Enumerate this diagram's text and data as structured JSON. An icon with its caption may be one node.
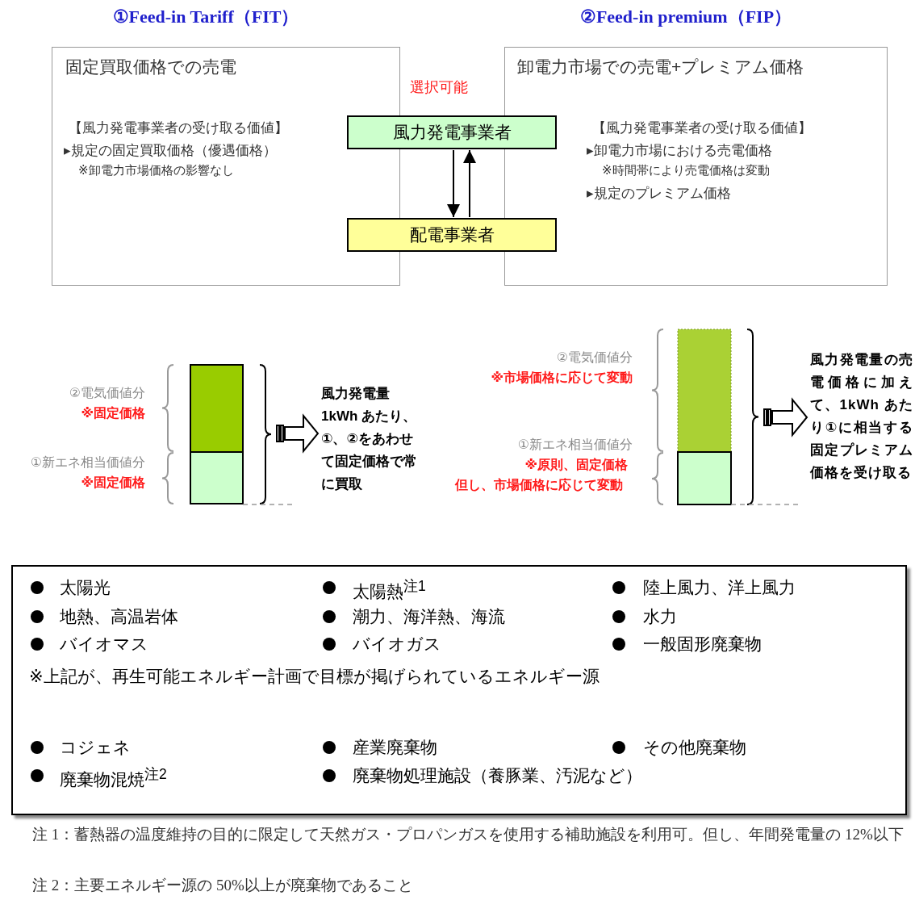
{
  "diagram": {
    "nodes": [
      {
        "text": [
          "固定買取価格での売電",
          "【風力発電事業者の受け取る価値】",
          "▸規定の固定買取価格（優遇価格）",
          "※卸電力市場価格の影響なし"
        ]
      },
      {
        "text": [
          "卸電力市場での売電+プレミアム価格",
          "【風力発電事業者の受け取る価値】",
          "▸卸電力市場における売電価格",
          "※時間帯により売電価格は変動",
          "▸規定のプレミアム価格"
        ]
      },
      {
        "text": [
          "風力発電事業者"
        ]
      },
      {
        "text": [
          "配電事業者"
        ]
      },
      {
        "text": [
          "風力発電量1kWh あたり、①、②をあわせて固定価格で常に買取"
        ]
      },
      {
        "text": [
          "風力発電量の売電価格に加えて、1kWh あたり①に相当する固定プレミアム価格を受け取る"
        ]
      },
      {
        "text": [
          "太陽光",
          "太陽熱$^{注1}$",
          "陸上風力、洋上風力",
          "地熱、高温岩体",
          "潮力、海洋熱、海流",
          "水力",
          "バイオマス",
          "バイオガス",
          "一般固形廃棄物",
          "※上記が、再生可能エネルギー計画で目標が掲げられているエネルギー源",
          "コジェネ",
          "産業廃棄物",
          "その他廃棄物",
          "廃棄物混焼$^{注2}$",
          "廃棄物処理施設（養豚業、汚泥など）"
        ]
      }
    ],
    "edges": [
      {
        "from": 2,
        "to": 3,
        "arrow": "to"
      },
      {
        "from": 3,
        "to": 2,
        "arrow": "to"
      },
      {
        "from": null,
        "to": 4,
        "arrow": "to"
      },
      {
        "from": null,
        "to": 5,
        "arrow": "to"
      }
    ],
    "labels": [
      "①Feed-in Tariff（FIT）",
      "②Feed-in premium（FIP）",
      "選択可能",
      "②電気価値分",
      "※固定価格",
      "①新エネ相当価値分",
      "※固定価格",
      "②電気価値分",
      "※市場価格に応じて変動",
      "①新エネ相当価値分",
      "※原則、固定価格",
      "但し、市場価格に応じて変動",
      "注 1：蓄熱器の温度維持の目的に限定して天然ガス・プロパンガスを使用する補助施設を利用可。但し、年間発電量の 12%以下",
      "注 2：主要エネルギー源の 50%以上が廃棄物であること"
    ]
  }
}
